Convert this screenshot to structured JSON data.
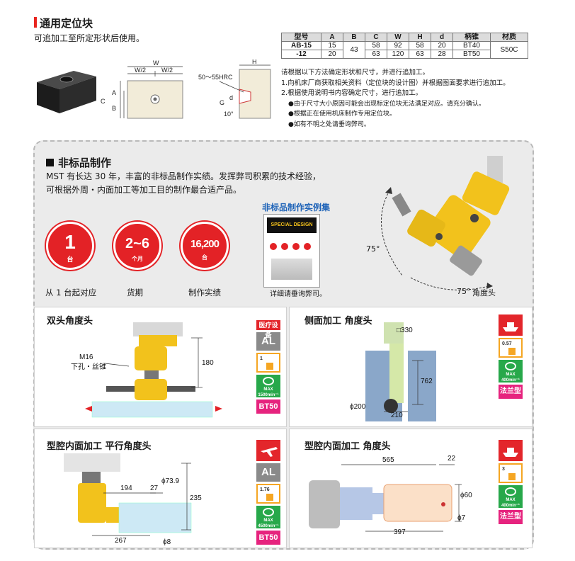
{
  "header": {
    "title": "通用定位块",
    "subtitle": "可追加工至所定形状后使用。"
  },
  "spec_table": {
    "columns": [
      "型号",
      "A",
      "B",
      "C",
      "W",
      "H",
      "d",
      "柄锥",
      "材质"
    ],
    "rows": [
      [
        "AB-15",
        "15",
        "43",
        "58",
        "92",
        "58",
        "20",
        "BT40",
        "S50C"
      ],
      [
        "-12",
        "20",
        "",
        "63",
        "120",
        "63",
        "28",
        "BT50",
        ""
      ]
    ]
  },
  "notes": {
    "lead": "请根据以下方法确定形状和尺寸，并进行追加工。",
    "items": [
      "1.向机床厂商获取相关资料（定位块的设计图）并根据图面要求进行追加工。",
      "2.根据使用说明书内容确定尺寸，进行追加工。"
    ],
    "bullets": [
      "●由于尺寸大小原因可能会出现标定位块无法满足对应。请充分确认。",
      "●根据正在使用机床制作专用定位块。",
      "●如有不明之处请垂询弊司。"
    ]
  },
  "drawing_labels": {
    "W": "W",
    "W2a": "W/2",
    "W2b": "W/2",
    "A": "A",
    "B": "B",
    "C": "C",
    "H": "H",
    "hrc": "50～55HRC",
    "G": "G",
    "d": "d",
    "ten": "10°"
  },
  "custom": {
    "heading": "非标品制作",
    "intro": [
      "MST 有长达 30 年，丰富的非标品制作实绩。发挥弊司积累的技术经验，",
      "可根据外周・内面加工等加工目的制作最合适产品。"
    ],
    "stats": [
      {
        "big": "1",
        "small": "台",
        "caption": "从 1 台起对应"
      },
      {
        "big": "2~6",
        "small": "个月",
        "caption": "货期"
      },
      {
        "big": "16,200",
        "small": "台",
        "caption": "制作实绩"
      }
    ],
    "catalog_title": "非标品制作实例集",
    "catalog_caption": "详细请垂询弊司。",
    "book_text": "SPECIAL DESIGN",
    "angle_a": "75°",
    "angle_b": "75°",
    "head_caption": "角度头"
  },
  "panels": [
    {
      "title": "双头角度头",
      "labels": {
        "m16": "M16",
        "m16b": "下孔・丝锥",
        "dim180": "180"
      },
      "badges": {
        "top": "医疗设备",
        "mat": "AL",
        "weight": "1",
        "rpm_max": "MAX",
        "rpm": "1500min⁻¹",
        "shank": "BT50"
      }
    },
    {
      "title": "侧面加工 角度头",
      "labels": {
        "sq330": "□330",
        "d762": "762",
        "phi200": "ϕ200",
        "d210": "210"
      },
      "badges": {
        "weight": "0.57",
        "rpm_max": "MAX",
        "rpm": "400min⁻¹",
        "shank": "法兰型"
      }
    },
    {
      "title": "型腔内面加工 平行角度头",
      "labels": {
        "phi739": "ϕ73.9",
        "d194": "194",
        "d27": "27",
        "d235": "235",
        "d267": "267",
        "phi8": "ϕ8"
      },
      "badges": {
        "mat": "AL",
        "weight": "1.76",
        "rpm_max": "MAX",
        "rpm": "4500min⁻¹",
        "shank": "BT50"
      }
    },
    {
      "title": "型腔内面加工 角度头",
      "labels": {
        "d565": "565",
        "d22": "22",
        "phi60": "ϕ60",
        "phi7": "ϕ7",
        "d397": "397"
      },
      "badges": {
        "weight": "3",
        "rpm_max": "MAX",
        "rpm": "400min⁻¹",
        "shank": "法兰型"
      }
    }
  ],
  "colors": {
    "accent": "#e32226",
    "pink": "#e6237e",
    "green": "#27a84a",
    "orange": "#f5a623",
    "yellow": "#f2c21c",
    "blue": "#1e63b8"
  }
}
